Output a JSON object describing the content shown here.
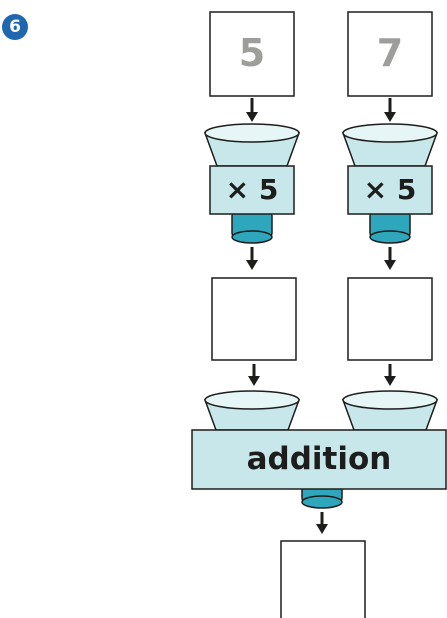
{
  "question_number": "6",
  "inputs": [
    "5",
    "7"
  ],
  "multiply_operations": [
    "× 5",
    "× 5"
  ],
  "combine_operation": "addition",
  "colors": {
    "machine_fill": "#c7e7ea",
    "machine_light": "#e6f5f6",
    "machine_dark": "#2ea7bd",
    "outline": "#1d1d1b",
    "badge": "#1f67b0",
    "input_text": "#9d9d9c"
  }
}
